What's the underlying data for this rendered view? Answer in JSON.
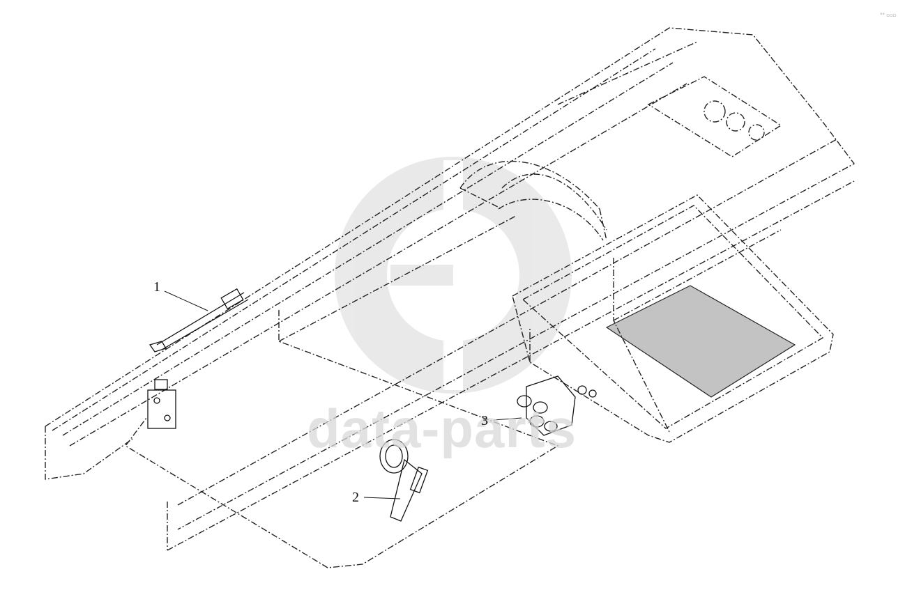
{
  "diagram": {
    "callouts": [
      {
        "id": "1",
        "label": "1"
      },
      {
        "id": "2",
        "label": "2"
      },
      {
        "id": "3",
        "label": "3"
      }
    ]
  },
  "watermark": {
    "text": "data-parts",
    "logo": "GD"
  },
  "corner_mark": "°° ▫▫▫"
}
